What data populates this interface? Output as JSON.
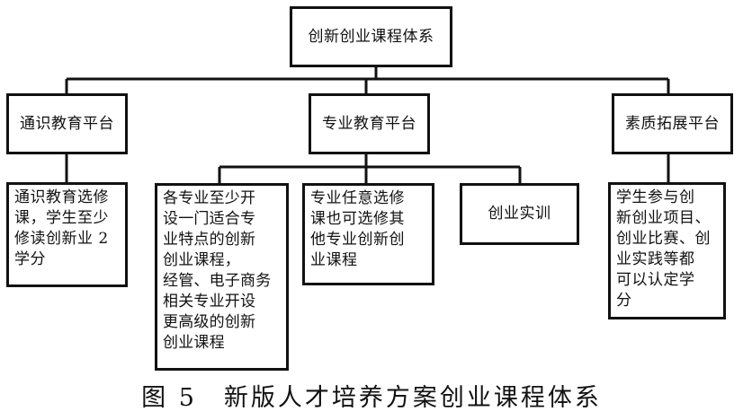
{
  "diagram": {
    "root": "创新创业课程体系",
    "platforms": [
      "通识教育平台",
      "专业教育平台",
      "素质拓展平台"
    ],
    "details": {
      "general": "通识教育选修\n课，学生至少\n修读创新业 2\n学分",
      "major_a": "各专业至少开\n设一门适合专\n业特点的创新\n创业课程，\n经管、电子商务\n相关专业开设\n更高级的创新\n创业课程",
      "major_b": "专业任意选修\n课也可选修其\n他专业创新创\n业课程",
      "major_c": "创业实训",
      "quality": "学生参与创\n新创业项目、\n创业比赛、创\n业实践等都\n可以认定学\n分"
    }
  },
  "caption": "图 5　新版人才培养方案创业课程体系"
}
